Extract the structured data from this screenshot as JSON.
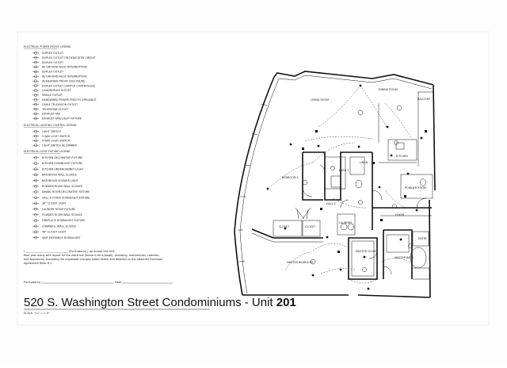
{
  "legend": {
    "power": {
      "header": "ELECTRICAL POWER DEVICE LEGEND",
      "items": [
        "DUPLEX OUTLET",
        "DUPLEX OUTLET ON DEDICATED CIRCUIT",
        "DUPLEX OUTLET",
        "W/ GROUND FAULT INTERRUPTION",
        "DUPLEX OUTLET",
        "W/ GROUND FAULT INTERRUPTION",
        "IN WEATHER PROOF ENCLOSURE",
        "DUPLEX OUTLET (SWITCH CONTROLLED)",
        "QUADRUPLEX OUTLET",
        "SINGLE OUTLET",
        "HARDWIRED POWER FEED TO APPLIANCE",
        "CABLE TELEVISION OUTLET",
        "TELEPHONE OUTLET",
        "EXHAUST FAN",
        "EXHAUST FAN/ LIGHT FIXTURE"
      ]
    },
    "controls": {
      "header": "ELECTRICAL LIGHTING CONTROL LEGEND",
      "items": [
        "LIGHT SWITCH",
        "3 WAY LIGHT SWITCH",
        "4 WAY LIGHT SWITCH",
        "LIGHT SWITCH W/ DIMMER"
      ]
    },
    "fixtures": {
      "header": "ELECTRICAL LIGHT FIXTURE LEGEND",
      "items": [
        "KITCHEN DECORATIVE FIXTURE",
        "KITCHEN DOWNLIGHT FIXTURE",
        "KITCHEN UNDERCABINET LIGHT",
        "BATHROOM WALL SCONCE",
        "BATHROOM SHOWER LIGHT",
        "POWDER ROOM WALL SCONCE",
        "DINING ROOM DECORATIVE FIXTURE",
        "HALL & FOYER DOWNLIGHT FIXTURE",
        "36\" CLOSET LIGHT",
        "LAUNDRY ROOM FIXTURE",
        "POWDER ROOM WALL SCONCE",
        "FIREPLACE DOWNLIGHT FIXTURE",
        "STAIRWELL WALL SCONCE",
        "48\" CLOSET LIGHT",
        "UNIT ENTRANCE DOWNLIGHT"
      ]
    }
  },
  "acceptance": {
    "line1": "I, _______________________________ (Purchaser(s)), do accept this Unit",
    "line2": "floor plan along with layout for the electrical (house & tie-in/oage), plumbing, mechanicals, cabinets,",
    "line3": "and appliances, excepting the requested changes noted herein and detailed on the attached Purchaser",
    "line4": "Agreement Rider R-1.",
    "purchaser_label": "Purchaser(s)",
    "date_label": "Date"
  },
  "title": "520 S. Washington Street Condominiums - Unit",
  "unit_number": "201",
  "scale": "SCALE: ³/₁₆\" = 1'-0\"",
  "rooms": {
    "living": "LIVING ROOM",
    "dining": "DINING ROOM",
    "balcony": "BALCONY",
    "kitchen": "KITCHEN",
    "bedroom": "BEDROOM 1",
    "bath1": "BATH 1",
    "linen": "LINEN",
    "hall": "HALL 2",
    "closet1": "CLOSET",
    "closet2": "CLOSET",
    "laundry": "LAUNDRY",
    "foyer": "FOYER",
    "powder": "POWDER ROOM",
    "master_closet": "MASTER CLOSET",
    "master_bath": "MASTER BATH",
    "master_bedroom": "MASTER BEDROOM",
    "entry": "ENTRY"
  }
}
